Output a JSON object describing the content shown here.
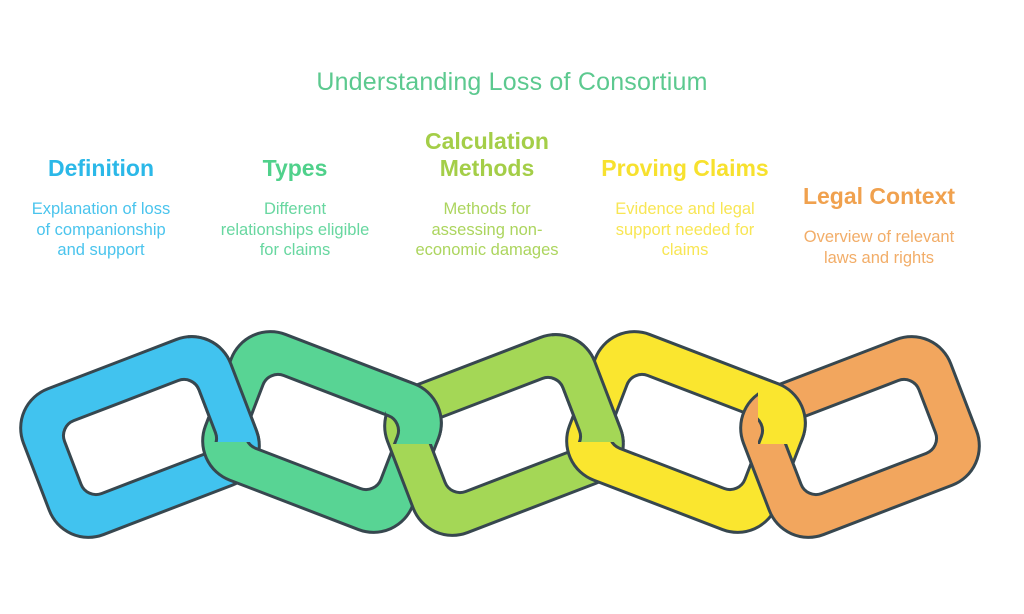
{
  "title": {
    "text": "Understanding Loss of Consortium",
    "color": "#5CC98F"
  },
  "sections": [
    {
      "id": "definition",
      "heading": "Definition",
      "heading_color": "#2BB8E8",
      "description": "Explanation of loss\nof companionship\nand support",
      "desc_color": "#4AC4ED"
    },
    {
      "id": "types",
      "heading": "Types",
      "heading_color": "#50D18B",
      "description": "Different\nrelationships eligible\nfor claims",
      "desc_color": "#68D7A0"
    },
    {
      "id": "calculation-methods",
      "heading": "Calculation\nMethods",
      "heading_color": "#A4CE48",
      "description": "Methods for\nassessing non-\neconomic damages",
      "desc_color": "#ACD55E"
    },
    {
      "id": "proving-claims",
      "heading": "Proving Claims",
      "heading_color": "#F7E12E",
      "description": "Evidence and legal\nsupport needed for\nclaims",
      "desc_color": "#F8E654"
    },
    {
      "id": "legal-context",
      "heading": "Legal Context",
      "heading_color": "#F0A14E",
      "description": "Overview of relevant\nlaws and rights",
      "desc_color": "#F2AD68"
    }
  ],
  "chain": {
    "outline_color": "#37474F",
    "links": [
      {
        "id": "definition-link",
        "color": "#41C3EF"
      },
      {
        "id": "types-link",
        "color": "#58D494"
      },
      {
        "id": "calculation-methods-link",
        "color": "#A4D756"
      },
      {
        "id": "proving-claims-link",
        "color": "#FAE62F"
      },
      {
        "id": "legal-context-link",
        "color": "#F2A65E"
      }
    ]
  }
}
